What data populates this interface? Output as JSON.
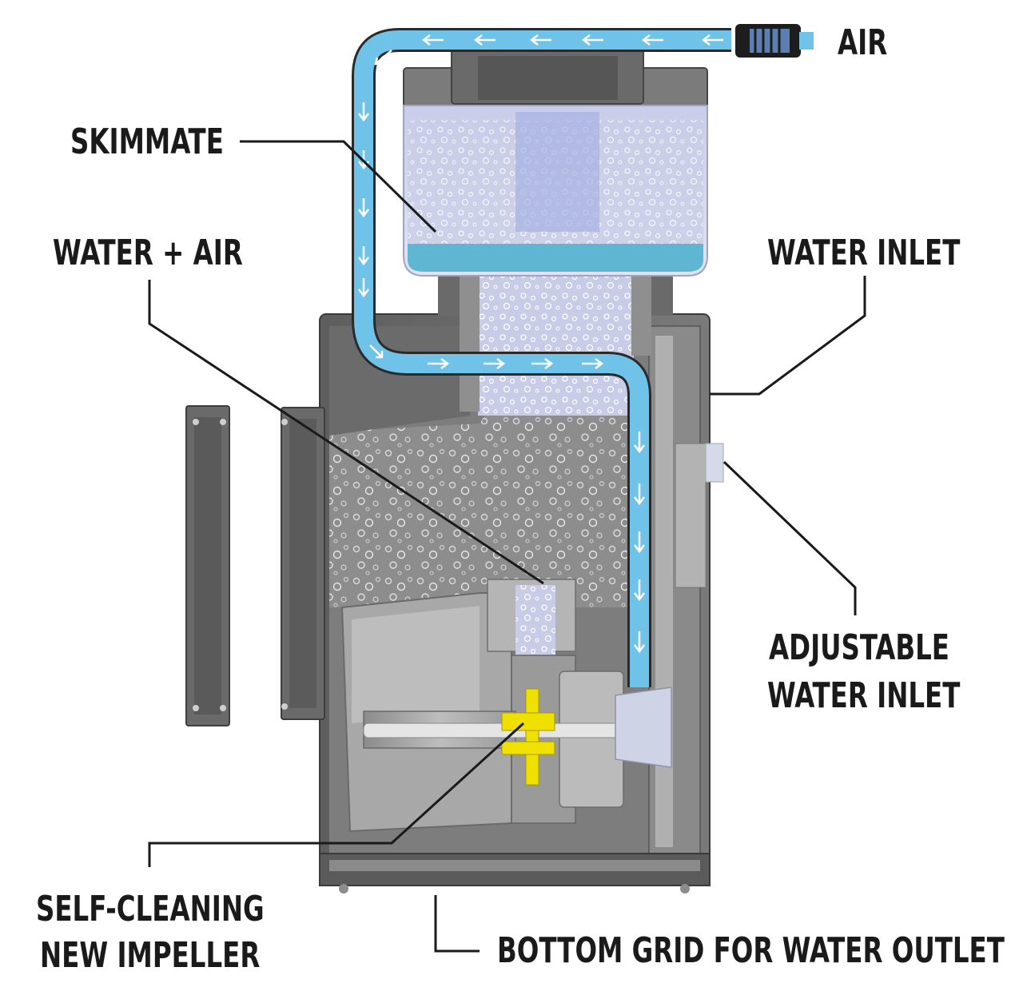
{
  "labels": {
    "air": "AIR",
    "skimmate": "SKIMMATE",
    "water_air": "WATER + AIR",
    "water_inlet": "WATER INLET",
    "adjustable_line1": "ADJUSTABLE",
    "adjustable_line2": "WATER INLET",
    "impeller_line1": "SELF-CLEANING",
    "impeller_line2": "NEW IMPELLER",
    "bottom_grid": "BOTTOM GRID FOR WATER OUTLET"
  },
  "colors": {
    "air_tube": "#6fc3e8",
    "housing": "#6e6e6e",
    "housing_dark": "#4a4a4a",
    "cup_water": "#5fb6d3",
    "impeller": "#f0e000",
    "background": "#ffffff"
  }
}
